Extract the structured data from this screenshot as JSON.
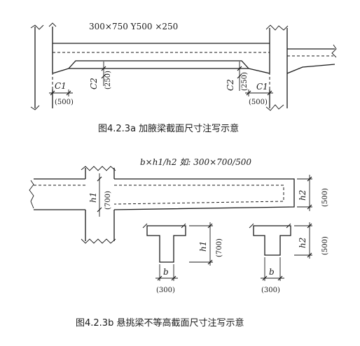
{
  "fig_a": {
    "spec": "300×750 Y500 ×250",
    "c1": "C1",
    "c2": "C2",
    "c1_val": "(500)",
    "c2_val": "(250)",
    "caption": "图4.2.3a  加腋梁截面尺寸注写示意"
  },
  "fig_b": {
    "spec": "b×h1/h2 如: 300×700/500",
    "h1": "h1",
    "h2": "h2",
    "h1_val": "(700)",
    "h2_val": "(500)",
    "b": "b",
    "b_val": "(300)",
    "caption": "图4.2.3b  悬挑梁不等高截面尺寸注写示意"
  }
}
